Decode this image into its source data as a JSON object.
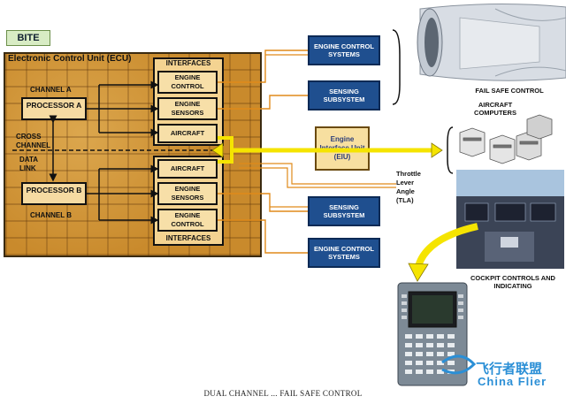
{
  "bite_label": "BITE",
  "ecu_title": "Electronic Control Unit (ECU)",
  "channel_a": "CHANNEL A",
  "channel_b": "CHANNEL B",
  "processor_a": "PROCESSOR A",
  "processor_b": "PROCESSOR B",
  "cross_channel": "CROSS CHANNEL",
  "data_link": "DATA LINK",
  "interfaces_top_title": "INTERFACES",
  "interfaces_bottom_title": "INTERFACES",
  "if_a": [
    "ENGINE CONTROL",
    "ENGINE SENSORS",
    "AIRCRAFT"
  ],
  "if_b": [
    "AIRCRAFT",
    "ENGINE SENSORS",
    "ENGINE CONTROL"
  ],
  "blue_top": [
    "ENGINE CONTROL SYSTEMS",
    "SENSING SUBSYSTEM"
  ],
  "blue_bottom": [
    "SENSING SUBSYSTEM",
    "ENGINE CONTROL SYSTEMS"
  ],
  "eiu": "Engine Interface Unit (EIU)",
  "fail_safe": "FAIL SAFE CONTROL",
  "aircraft_computers": "AIRCRAFT COMPUTERS",
  "tla": "Throttle Lever Angle (TLA)",
  "cockpit": "COCKPIT CONTROLS AND INDICATING",
  "caption": "DUAL CHANNEL ... FAIL SAFE CONTROL",
  "watermark_cn": "飞行者联盟",
  "watermark_en": "China Flier",
  "colors": {
    "blue_box": "#1f4f8f",
    "board": "#c98a2c",
    "arrow": "#f5e400",
    "wire": "#e08a1a"
  }
}
